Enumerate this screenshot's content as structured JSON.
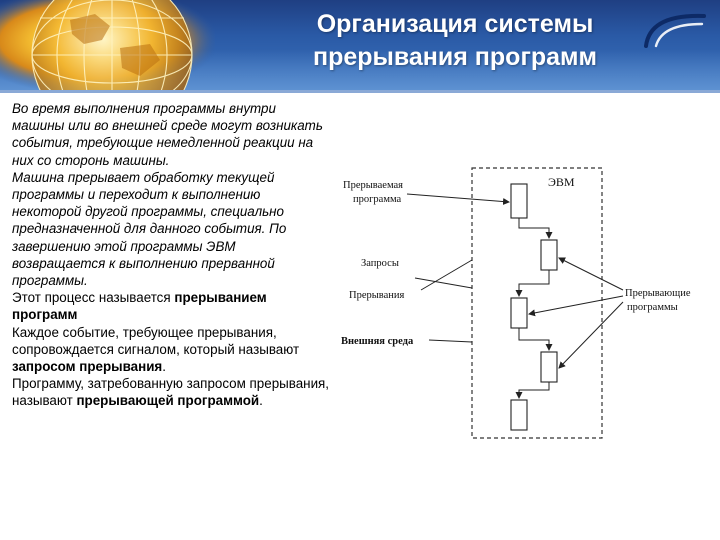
{
  "slide": {
    "title_line1": "Организация системы",
    "title_line2": "прерывания программ"
  },
  "content": {
    "p1": "Во время выполнения программы внутри машины или во внешней среде могут возникать события, требующие немедленной реакции на них со сторонь машины.",
    "p2": "Машина прерывает обработку текущей программы и переходит к выполнению некоторой другой программы, специально предназначенной для данного события. По завершению этой программы ЭВМ возвращается к выполнению прерванной программы.",
    "p3_pre": "Этот процесс называется ",
    "p3_bold": "прерыванием программ",
    "p4_pre": "Каждое событие, требующее прерывания, сопровождается сигналом, который называют ",
    "p4_bold": "запросом прерывания",
    "p4_post": ".",
    "p5_pre": "Программу, затребованную запросом прерывания, называют ",
    "p5_bold": "прерывающей программой",
    "p5_post": "."
  },
  "diagram": {
    "label_interrupted_1": "Прерываемая",
    "label_interrupted_2": "программа",
    "label_computer": "ЭВМ",
    "label_requests": "Запросы",
    "label_interrupts": "Прерывания",
    "label_external": "Внешняя среда",
    "label_interrupting_1": "Прерывающие",
    "label_interrupting_2": "программы"
  },
  "colors": {
    "header_dark": "#1f3f82",
    "header_light": "#3d74bf",
    "title_text": "#ffffff"
  }
}
